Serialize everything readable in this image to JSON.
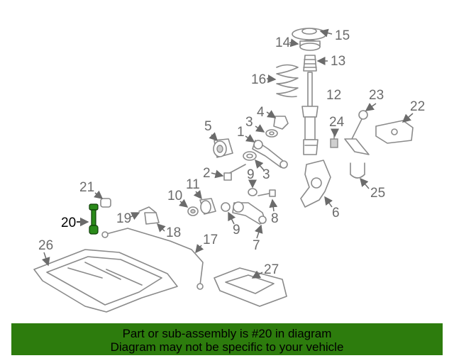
{
  "diagram": {
    "callouts": [
      "1",
      "2",
      "3",
      "3",
      "4",
      "5",
      "6",
      "7",
      "8",
      "9",
      "9",
      "10",
      "11",
      "12",
      "13",
      "14",
      "15",
      "16",
      "17",
      "18",
      "19",
      "20",
      "21",
      "22",
      "23",
      "24",
      "25",
      "26",
      "27"
    ],
    "highlighted_part": "20",
    "colors": {
      "banner": "#2d7c0d",
      "highlight_part": "#2a8a1a",
      "line_art": "#8a8a8a",
      "callout_text": "#6b6b6b"
    }
  },
  "footer": {
    "line1": "Part or sub-assembly is #20 in diagram",
    "line2": "Diagram may not be specific to your vehicle"
  }
}
